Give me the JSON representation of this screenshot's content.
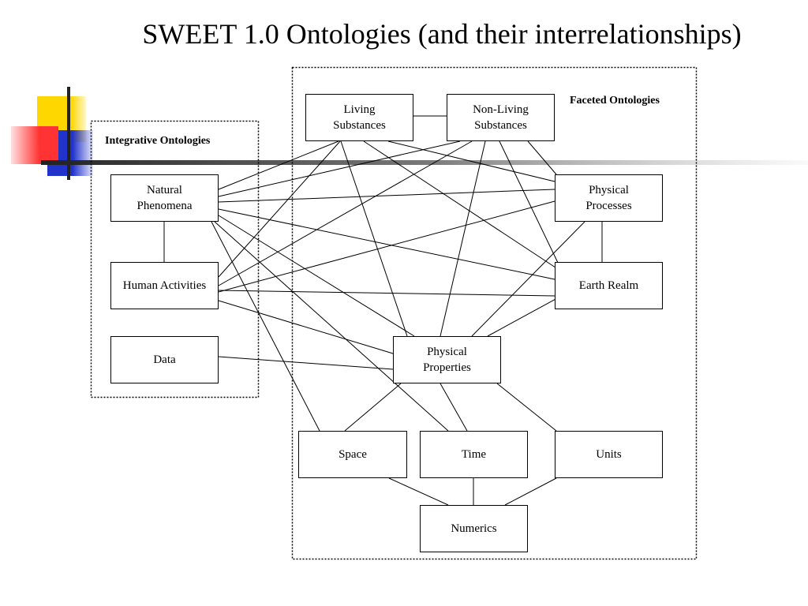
{
  "slide": {
    "title": "SWEET 1.0 Ontologies (and their interrelationships)"
  },
  "groups": {
    "integrative": {
      "label": "Integrative Ontologies"
    },
    "faceted": {
      "label": "Faceted Ontologies"
    }
  },
  "nodes": {
    "living": {
      "line1": "Living",
      "line2": "Substances"
    },
    "nonliving": {
      "line1": "Non-Living",
      "line2": "Substances"
    },
    "natural": {
      "line1": "Natural",
      "line2": "Phenomena"
    },
    "human": {
      "line1": "Human Activities"
    },
    "data": {
      "line1": "Data"
    },
    "processes": {
      "line1": "Physical",
      "line2": "Processes"
    },
    "earth": {
      "line1": "Earth Realm"
    },
    "properties": {
      "line1": "Physical",
      "line2": "Properties"
    },
    "space": {
      "line1": "Space"
    },
    "time": {
      "line1": "Time"
    },
    "units": {
      "line1": "Units"
    },
    "numerics": {
      "line1": "Numerics"
    }
  },
  "edges": [
    [
      "living",
      "nonliving"
    ],
    [
      "processes",
      "earth"
    ],
    [
      "natural",
      "human"
    ],
    [
      "living",
      "natural"
    ],
    [
      "living",
      "human"
    ],
    [
      "living",
      "properties"
    ],
    [
      "living",
      "processes"
    ],
    [
      "living",
      "earth"
    ],
    [
      "nonliving",
      "natural"
    ],
    [
      "nonliving",
      "human"
    ],
    [
      "nonliving",
      "properties"
    ],
    [
      "nonliving",
      "processes"
    ],
    [
      "nonliving",
      "earth"
    ],
    [
      "natural",
      "processes"
    ],
    [
      "natural",
      "earth"
    ],
    [
      "natural",
      "properties"
    ],
    [
      "natural",
      "space"
    ],
    [
      "natural",
      "time"
    ],
    [
      "human",
      "processes"
    ],
    [
      "human",
      "earth"
    ],
    [
      "human",
      "properties"
    ],
    [
      "data",
      "properties"
    ],
    [
      "processes",
      "properties"
    ],
    [
      "earth",
      "properties"
    ],
    [
      "properties",
      "space"
    ],
    [
      "properties",
      "time"
    ],
    [
      "properties",
      "units"
    ],
    [
      "space",
      "numerics"
    ],
    [
      "time",
      "numerics"
    ],
    [
      "units",
      "numerics"
    ]
  ],
  "colors": {
    "yellow": "#FFD700",
    "red": "#FF3333",
    "blue": "#2233CC",
    "bar": "#333333"
  }
}
